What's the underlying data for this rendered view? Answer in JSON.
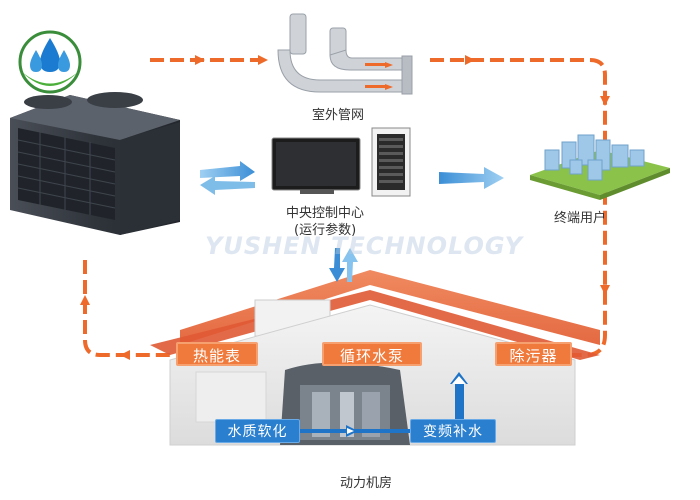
{
  "labels": {
    "outdoor_pipe": "室外管网",
    "control_center_line1": "中央控制中心",
    "control_center_line2": "(运行参数)",
    "end_user": "终端用户",
    "machine_room": "动力机房"
  },
  "boxes": {
    "heat_meter": "热能表",
    "circulation_pump": "循环水泵",
    "dirt_separator": "除污器",
    "water_softening": "水质软化",
    "vfd_makeup": "变频补水"
  },
  "watermark": "YUSHEN TECHNOLOGY",
  "colors": {
    "flow_orange": "#ee6a2a",
    "box_orange": "#f07a3c",
    "box_blue": "#2a7fcf",
    "roof": "#e8744a"
  },
  "icons": {
    "logo": "water-drop-logo-icon",
    "heat_pump": "heat-pump-unit-icon",
    "pipes": "pipe-network-icon",
    "buildings": "city-buildings-icon",
    "monitor": "monitor-icon",
    "server": "server-rack-icon"
  }
}
